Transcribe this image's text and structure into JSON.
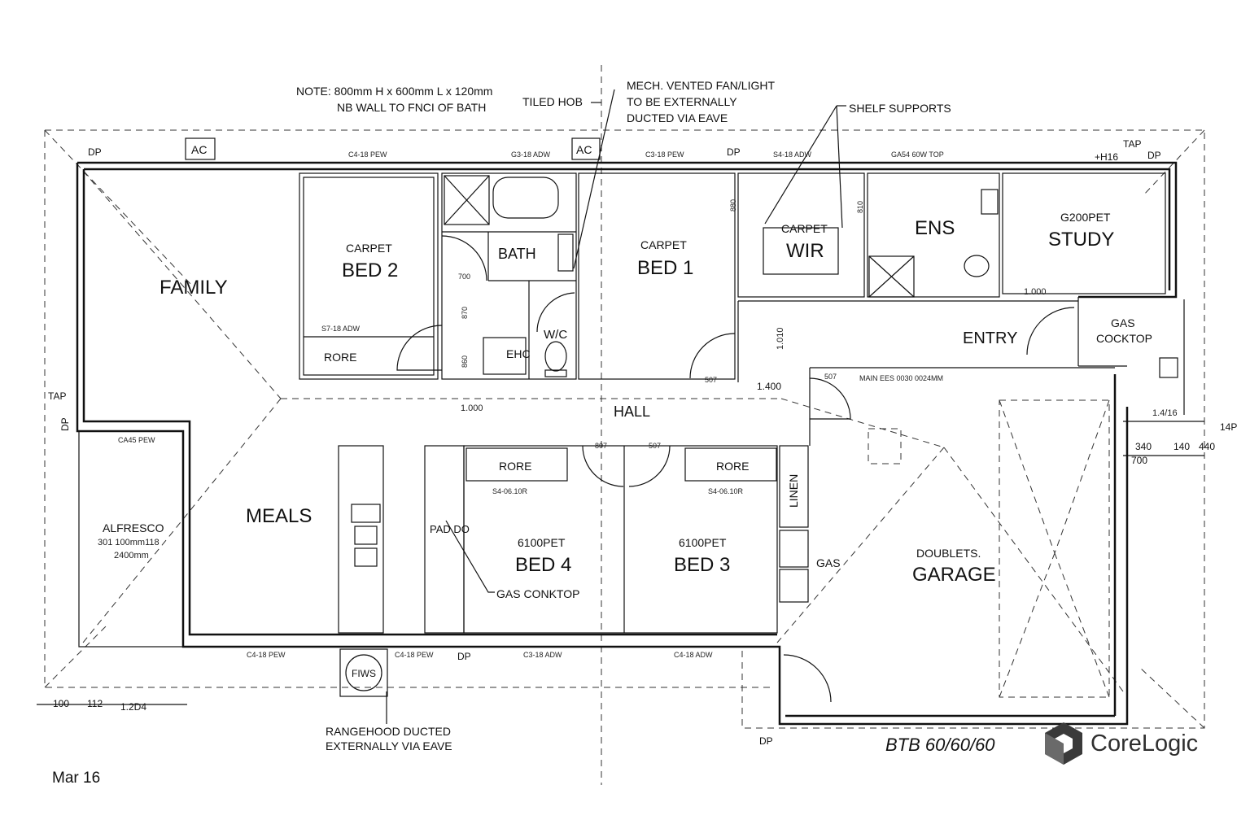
{
  "notes": {
    "bath_note_1": "NOTE: 800mm H x 600mm L x 120mm",
    "bath_note_2": "NB WALL TO FNCI OF BATH",
    "tiled_hob": "TILED HOB",
    "mech_fan_1": "MECH. VENTED FAN/LIGHT",
    "mech_fan_2": "TO BE EXTERNALLY",
    "mech_fan_3": "DUCTED VIA EAVE",
    "shelf_supports": "SHELF SUPPORTS",
    "rangehood_1": "RANGEHOOD DUCTED",
    "rangehood_2": "EXTERNALLY VIA EAVE",
    "gas_cooktop": "GAS CONKTOP"
  },
  "rooms": {
    "family": "FAMILY",
    "bed2_floor": "CARPET",
    "bed2": "BED 2",
    "bed2_robe": "RORE",
    "bath": "BATH",
    "wc": "W/C",
    "bed1_floor": "CARPET",
    "bed1": "BED 1",
    "wir_floor": "CARPET",
    "wir": "WIR",
    "ens": "ENS",
    "study_floor": "G200PET",
    "study": "STUDY",
    "entry": "ENTRY",
    "hall": "HALL",
    "meals": "MEALS",
    "alfresco": "ALFRESCO",
    "alfresco_dim1": "301 100mm118",
    "alfresco_dim2": "2400mm",
    "bed4_robe": "RORE",
    "bed4_floor": "6100PET",
    "bed4": "BED 4",
    "bed3_robe": "RORE",
    "bed3_floor": "6100PET",
    "bed3": "BED 3",
    "linen": "LINEN",
    "gas": "GAS",
    "garage_sub": "DOUBLETS.",
    "garage": "GARAGE",
    "gas_cocktop_1": "GAS",
    "gas_cocktop_2": "COCKTOP",
    "lndry": "PAD DO",
    "pws": "FIWS",
    "ehc": "EHC"
  },
  "tags": {
    "ac1": "AC",
    "ac2": "AC",
    "dp1": "DP",
    "dp2": "DP",
    "dp3": "DP",
    "dp4": "DP",
    "dp5": "DP",
    "dp6": "DP",
    "tap1": "TAP",
    "tap2": "TAP",
    "h16": "+H16",
    "p14": "14P"
  },
  "dimensions": {
    "d100": "100",
    "d112": "112",
    "d1204": "1.2D4",
    "d700a": "700",
    "d870": "870",
    "d860": "860",
    "d1000": "1.000",
    "d1010": "1.010",
    "d1400": "1.400",
    "d1l000": "1.000",
    "d1406": "1.4/16",
    "d340": "340",
    "d140": "140",
    "d440": "440",
    "d700b": "700",
    "d507a": "507",
    "d507b": "507",
    "d507c": "507",
    "d807": "807",
    "d880": "880",
    "d810": "810"
  },
  "windows": {
    "w_top1": "C4-18 PEW",
    "w_top2": "G3-18 ADW",
    "w_top3": "C3-18 PEW",
    "w_top4": "S4-18 ADW",
    "w_top5": "GA54 60W TOP",
    "w_bed2": "S7-18 ADW",
    "w_alf": "CA45 PEW",
    "w_b1": "C4-18 PEW",
    "w_b2": "C4-18 PEW",
    "w_b3": "C3-18 ADW",
    "w_b4": "C4-18 ADW",
    "w_bed4": "S4-06.10R",
    "w_bed3": "S4-06.10R",
    "w_garage": "MAIN EES 0030 0024MM"
  },
  "footer": {
    "plan_code": "BTB 60/60/60",
    "brand": "CoreLogic",
    "date": "Mar 16"
  }
}
